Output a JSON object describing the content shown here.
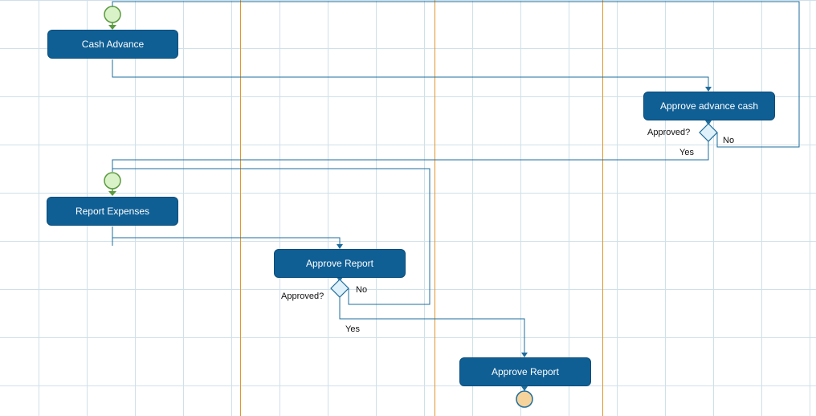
{
  "diagram": {
    "activities": {
      "cash_advance": "Cash Advance",
      "approve_advance_cash": "Approve advance cash",
      "report_expenses": "Report Expenses",
      "approve_report_1": "Approve Report",
      "approve_report_2": "Approve Report"
    },
    "decisions": {
      "advance_question": "Approved?",
      "advance_yes": "Yes",
      "advance_no": "No",
      "report_question": "Approved?",
      "report_yes": "Yes",
      "report_no": "No"
    }
  },
  "colors": {
    "activity_fill": "#0f5f95",
    "connector": "#1e6d9c",
    "lane_divider": "#e0962a",
    "start_node": "#d9f2c8",
    "end_node": "#f6d39a",
    "grid": "#cfe0ea",
    "decision_fill": "#dff1fa"
  }
}
